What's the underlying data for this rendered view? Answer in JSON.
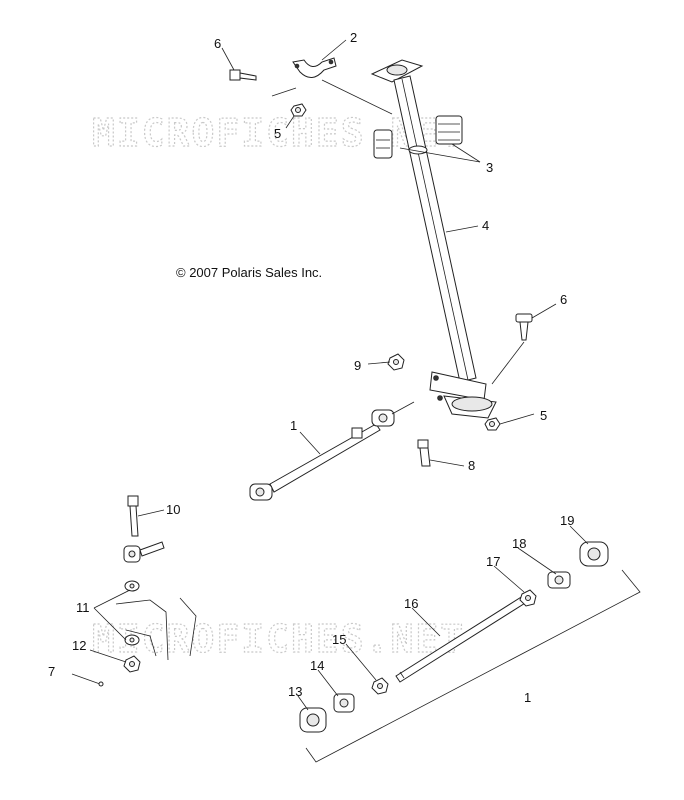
{
  "copyright": "© 2007 Polaris Sales Inc.",
  "watermark": "MICROFICHES.NET",
  "callouts": [
    {
      "id": "c2",
      "text": "2"
    },
    {
      "id": "c6a",
      "text": "6"
    },
    {
      "id": "c5a",
      "text": "5"
    },
    {
      "id": "c3",
      "text": "3"
    },
    {
      "id": "c4",
      "text": "4"
    },
    {
      "id": "c6b",
      "text": "6"
    },
    {
      "id": "c9",
      "text": "9"
    },
    {
      "id": "c1a",
      "text": "1"
    },
    {
      "id": "c5b",
      "text": "5"
    },
    {
      "id": "c8",
      "text": "8"
    },
    {
      "id": "c10",
      "text": "10"
    },
    {
      "id": "c19",
      "text": "19"
    },
    {
      "id": "c18",
      "text": "18"
    },
    {
      "id": "c17",
      "text": "17"
    },
    {
      "id": "c16",
      "text": "16"
    },
    {
      "id": "c11",
      "text": "11"
    },
    {
      "id": "c12",
      "text": "12"
    },
    {
      "id": "c7",
      "text": "7"
    },
    {
      "id": "c15",
      "text": "15"
    },
    {
      "id": "c14",
      "text": "14"
    },
    {
      "id": "c13",
      "text": "13"
    },
    {
      "id": "c1b",
      "text": "1"
    }
  ]
}
